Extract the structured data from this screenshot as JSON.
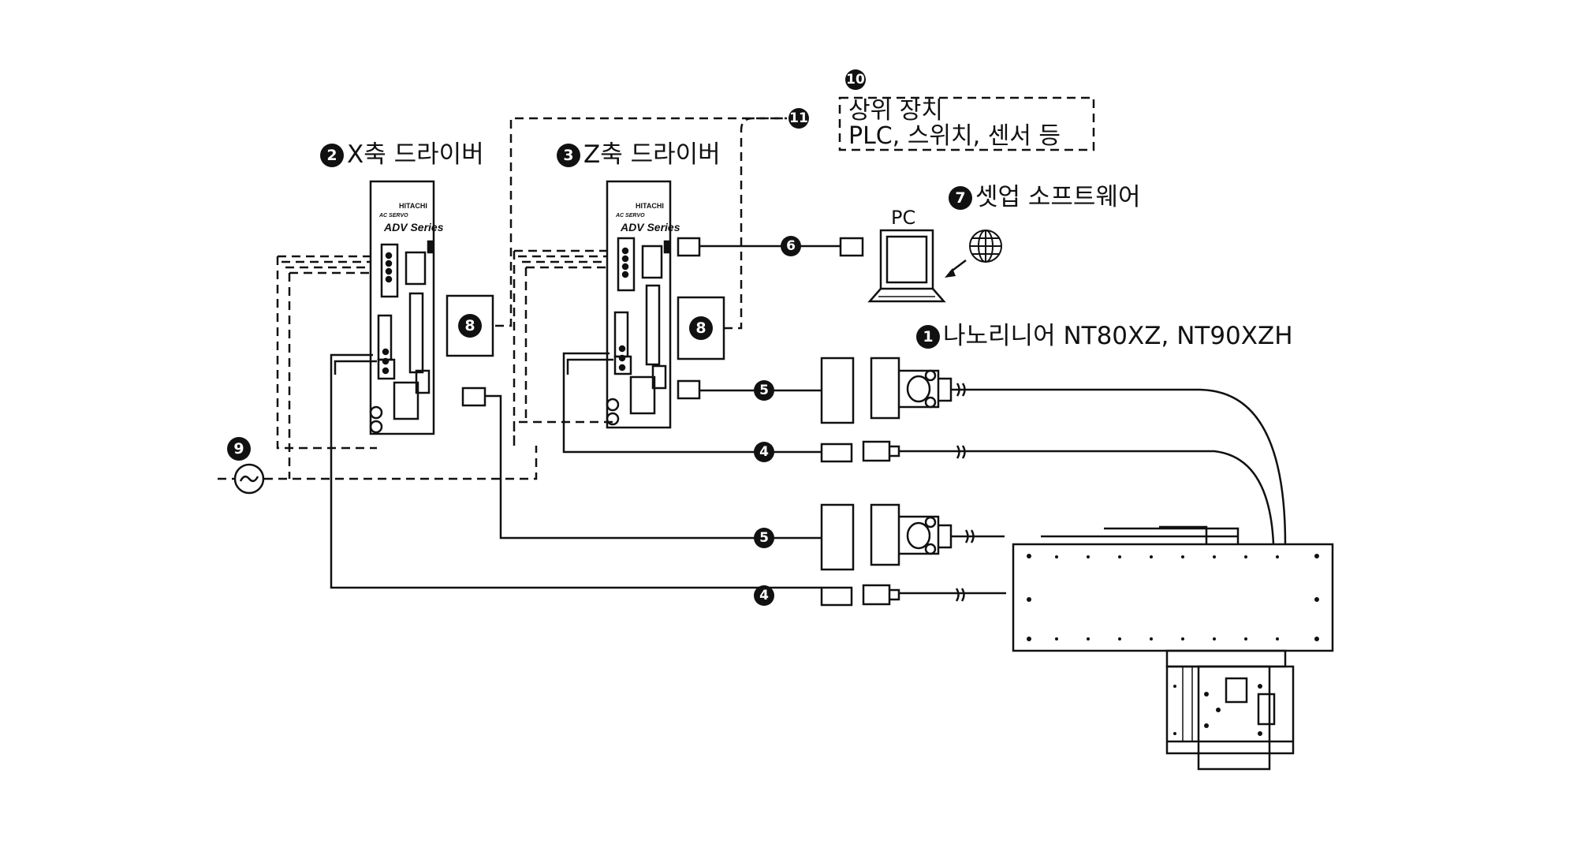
{
  "labels": {
    "x_driver": "X축 드라이버",
    "z_driver": "Z축 드라이버",
    "setup_software": "셋업 소프트웨어",
    "nanolinear": "나노리니어 NT80XZ, NT90XZH",
    "host_line1": "상위 장치",
    "host_line2": "PLC, 스위치, 센서 등",
    "pc": "PC"
  },
  "driver_brand": {
    "maker": "HITACHI",
    "type": "AC SERVO",
    "series": "ADV Series"
  },
  "markers": [
    "1",
    "2",
    "3",
    "4",
    "5",
    "6",
    "7",
    "8",
    "9",
    "10",
    "11"
  ],
  "colors": {
    "line": "#111111",
    "background": "#ffffff"
  }
}
